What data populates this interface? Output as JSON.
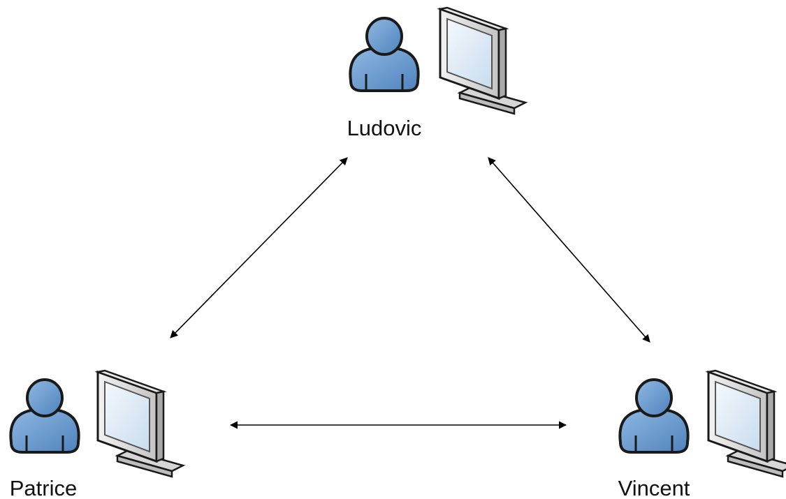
{
  "diagram": {
    "type": "peer-to-peer network",
    "colors": {
      "user_fill": "#5b8ec4",
      "user_outline": "#1a1a1a",
      "monitor_body": "#e6e6e6",
      "monitor_screen": "#dce8f3",
      "arrow": "#000000"
    },
    "nodes": [
      {
        "id": "ludovic",
        "label": "Ludovic",
        "icons": [
          "user-icon",
          "monitor-icon"
        ]
      },
      {
        "id": "patrice",
        "label": "Patrice",
        "icons": [
          "user-icon",
          "monitor-icon"
        ]
      },
      {
        "id": "vincent",
        "label": "Vincent",
        "icons": [
          "user-icon",
          "monitor-icon"
        ]
      }
    ],
    "connections": [
      {
        "from": "ludovic",
        "to": "patrice",
        "direction": "bidirectional"
      },
      {
        "from": "ludovic",
        "to": "vincent",
        "direction": "bidirectional"
      },
      {
        "from": "patrice",
        "to": "vincent",
        "direction": "bidirectional"
      }
    ]
  }
}
